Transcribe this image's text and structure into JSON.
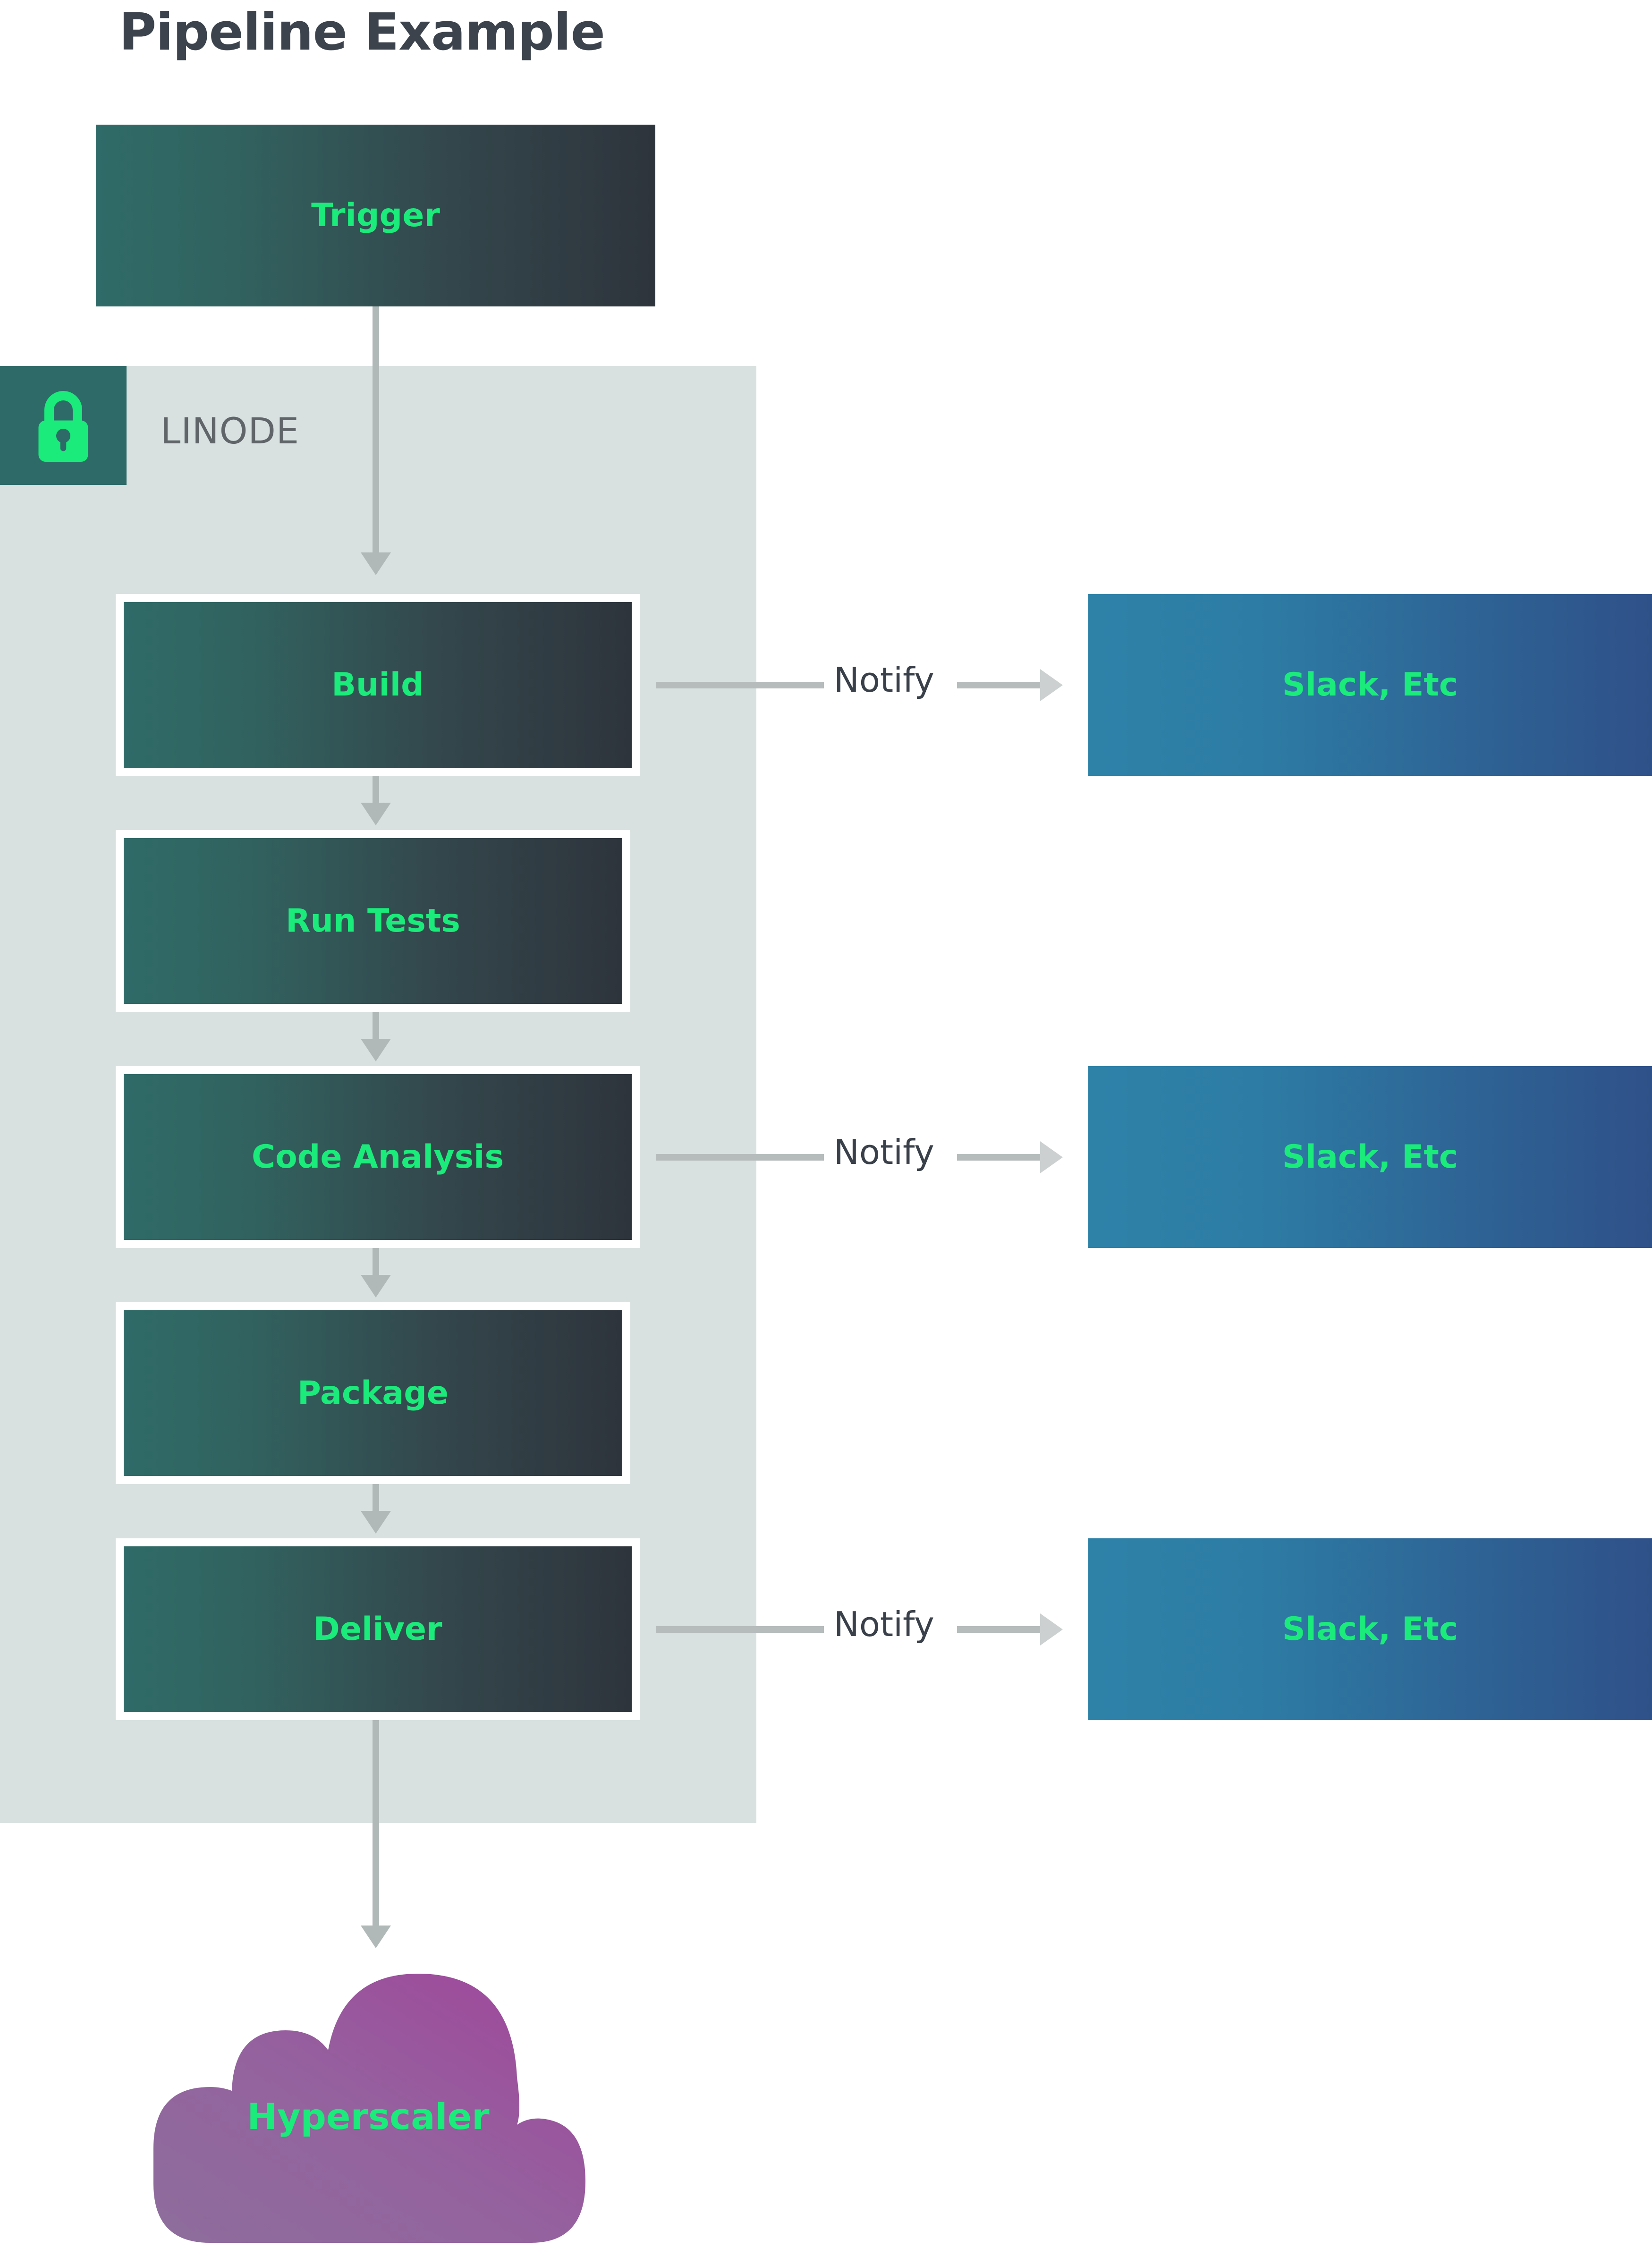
{
  "page": {
    "title": "Pipeline Example",
    "background": "#ffffff"
  },
  "colors": {
    "accent_green": "#1aeb7a",
    "title_dark": "#3c434c",
    "panel_gray": "#d8e1e0",
    "lock_badge_teal": "#2e6a68",
    "node_gradient_from": "#2f6b68",
    "node_gradient_to": "#2e343c",
    "notify_gradient_from": "#2e82a8",
    "notify_gradient_to": "#2f5189",
    "cloud_gradient_from": "#8d6d9c",
    "cloud_gradient_to": "#a1459b",
    "connector_gray": "#b1b8b8",
    "label_gray": "#5f6569"
  },
  "trigger": {
    "label": "Trigger"
  },
  "container": {
    "label": "LINODE",
    "icon": "lock-icon"
  },
  "stages": [
    {
      "label": "Build",
      "notify": true
    },
    {
      "label": "Run Tests",
      "notify": false
    },
    {
      "label": "Code Analysis",
      "notify": true
    },
    {
      "label": "Package",
      "notify": false
    },
    {
      "label": "Deliver",
      "notify": true
    }
  ],
  "notifications": [
    {
      "edge_label": "Notify",
      "target_label": "Slack, Etc"
    },
    {
      "edge_label": "Notify",
      "target_label": "Slack, Etc"
    },
    {
      "edge_label": "Notify",
      "target_label": "Slack, Etc"
    }
  ],
  "cloud": {
    "label": "Hyperscaler"
  },
  "chart_data": {
    "type": "diagram",
    "title": "Pipeline Example",
    "nodes": [
      {
        "id": "trigger",
        "label": "Trigger",
        "shape": "rect",
        "group": null
      },
      {
        "id": "build",
        "label": "Build",
        "shape": "rect",
        "group": "LINODE"
      },
      {
        "id": "run-tests",
        "label": "Run Tests",
        "shape": "rect",
        "group": "LINODE"
      },
      {
        "id": "code-analysis",
        "label": "Code Analysis",
        "shape": "rect",
        "group": "LINODE"
      },
      {
        "id": "package",
        "label": "Package",
        "shape": "rect",
        "group": "LINODE"
      },
      {
        "id": "deliver",
        "label": "Deliver",
        "shape": "rect",
        "group": "LINODE"
      },
      {
        "id": "slack-1",
        "label": "Slack, Etc",
        "shape": "rect",
        "group": null
      },
      {
        "id": "slack-2",
        "label": "Slack, Etc",
        "shape": "rect",
        "group": null
      },
      {
        "id": "slack-3",
        "label": "Slack, Etc",
        "shape": "rect",
        "group": null
      },
      {
        "id": "hyperscaler",
        "label": "Hyperscaler",
        "shape": "cloud",
        "group": null
      }
    ],
    "edges": [
      {
        "from": "trigger",
        "to": "build",
        "label": ""
      },
      {
        "from": "build",
        "to": "run-tests",
        "label": ""
      },
      {
        "from": "run-tests",
        "to": "code-analysis",
        "label": ""
      },
      {
        "from": "code-analysis",
        "to": "package",
        "label": ""
      },
      {
        "from": "package",
        "to": "deliver",
        "label": ""
      },
      {
        "from": "deliver",
        "to": "hyperscaler",
        "label": ""
      },
      {
        "from": "build",
        "to": "slack-1",
        "label": "Notify"
      },
      {
        "from": "code-analysis",
        "to": "slack-2",
        "label": "Notify"
      },
      {
        "from": "deliver",
        "to": "slack-3",
        "label": "Notify"
      }
    ],
    "groups": [
      {
        "id": "linode",
        "label": "LINODE",
        "icon": "lock-icon"
      }
    ]
  }
}
